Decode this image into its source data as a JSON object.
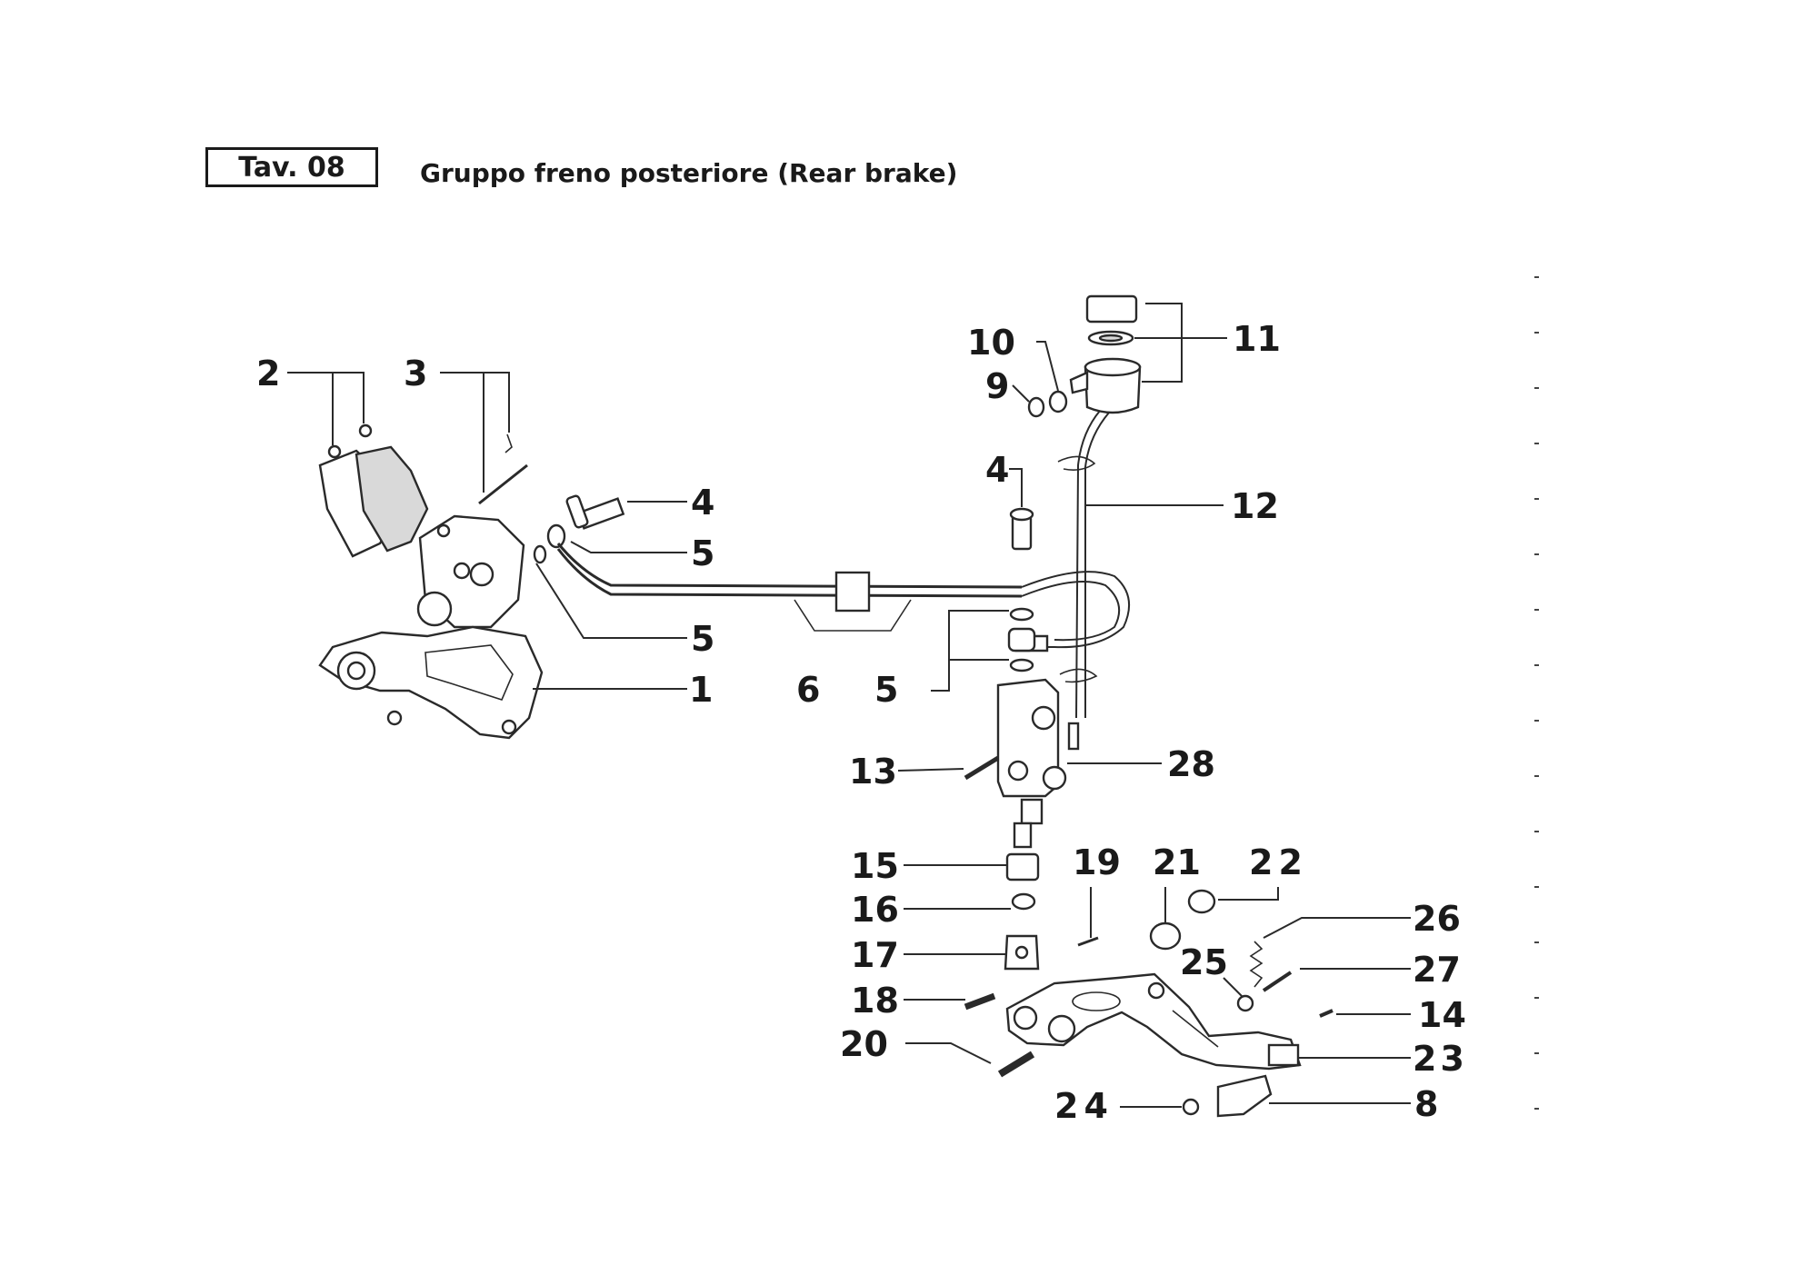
{
  "header": {
    "plate": "Tav. 08",
    "title": "Gruppo freno posteriore (Rear brake)"
  },
  "callouts": {
    "c1": "1",
    "c2": "2",
    "c3": "3",
    "c4a": "4",
    "c5a": "5",
    "c5b": "5",
    "c6": "6",
    "c5c": "5",
    "c10": "10",
    "c9": "9",
    "c11": "11",
    "c4b": "4",
    "c12": "12",
    "c13": "13",
    "c28": "28",
    "c15": "15",
    "c16": "16",
    "c17": "17",
    "c18": "18",
    "c20": "20",
    "c19": "19",
    "c21": "21",
    "c22": "22",
    "c26": "26",
    "c25": "25",
    "c27": "27",
    "c14": "14",
    "c23": "23",
    "c24": "24",
    "c8": "8"
  }
}
